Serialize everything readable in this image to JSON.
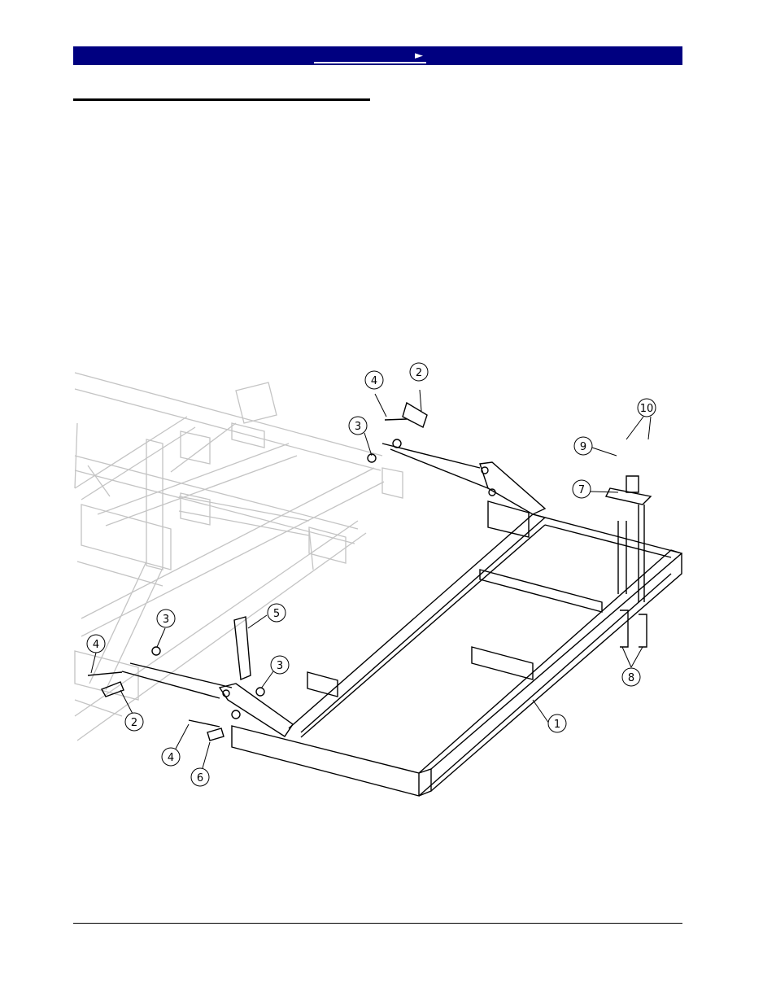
{
  "header": {
    "nav_arrow": "►",
    "nav_bar_color": "#000080"
  },
  "diagram": {
    "callouts": {
      "c1": "1",
      "c2a": "2",
      "c2b": "2",
      "c3a": "3",
      "c3b": "3",
      "c3c": "3",
      "c4a": "4",
      "c4b": "4",
      "c4c": "4",
      "c5": "5",
      "c6": "6",
      "c7": "7",
      "c8": "8",
      "c9": "9",
      "c10": "10"
    }
  }
}
